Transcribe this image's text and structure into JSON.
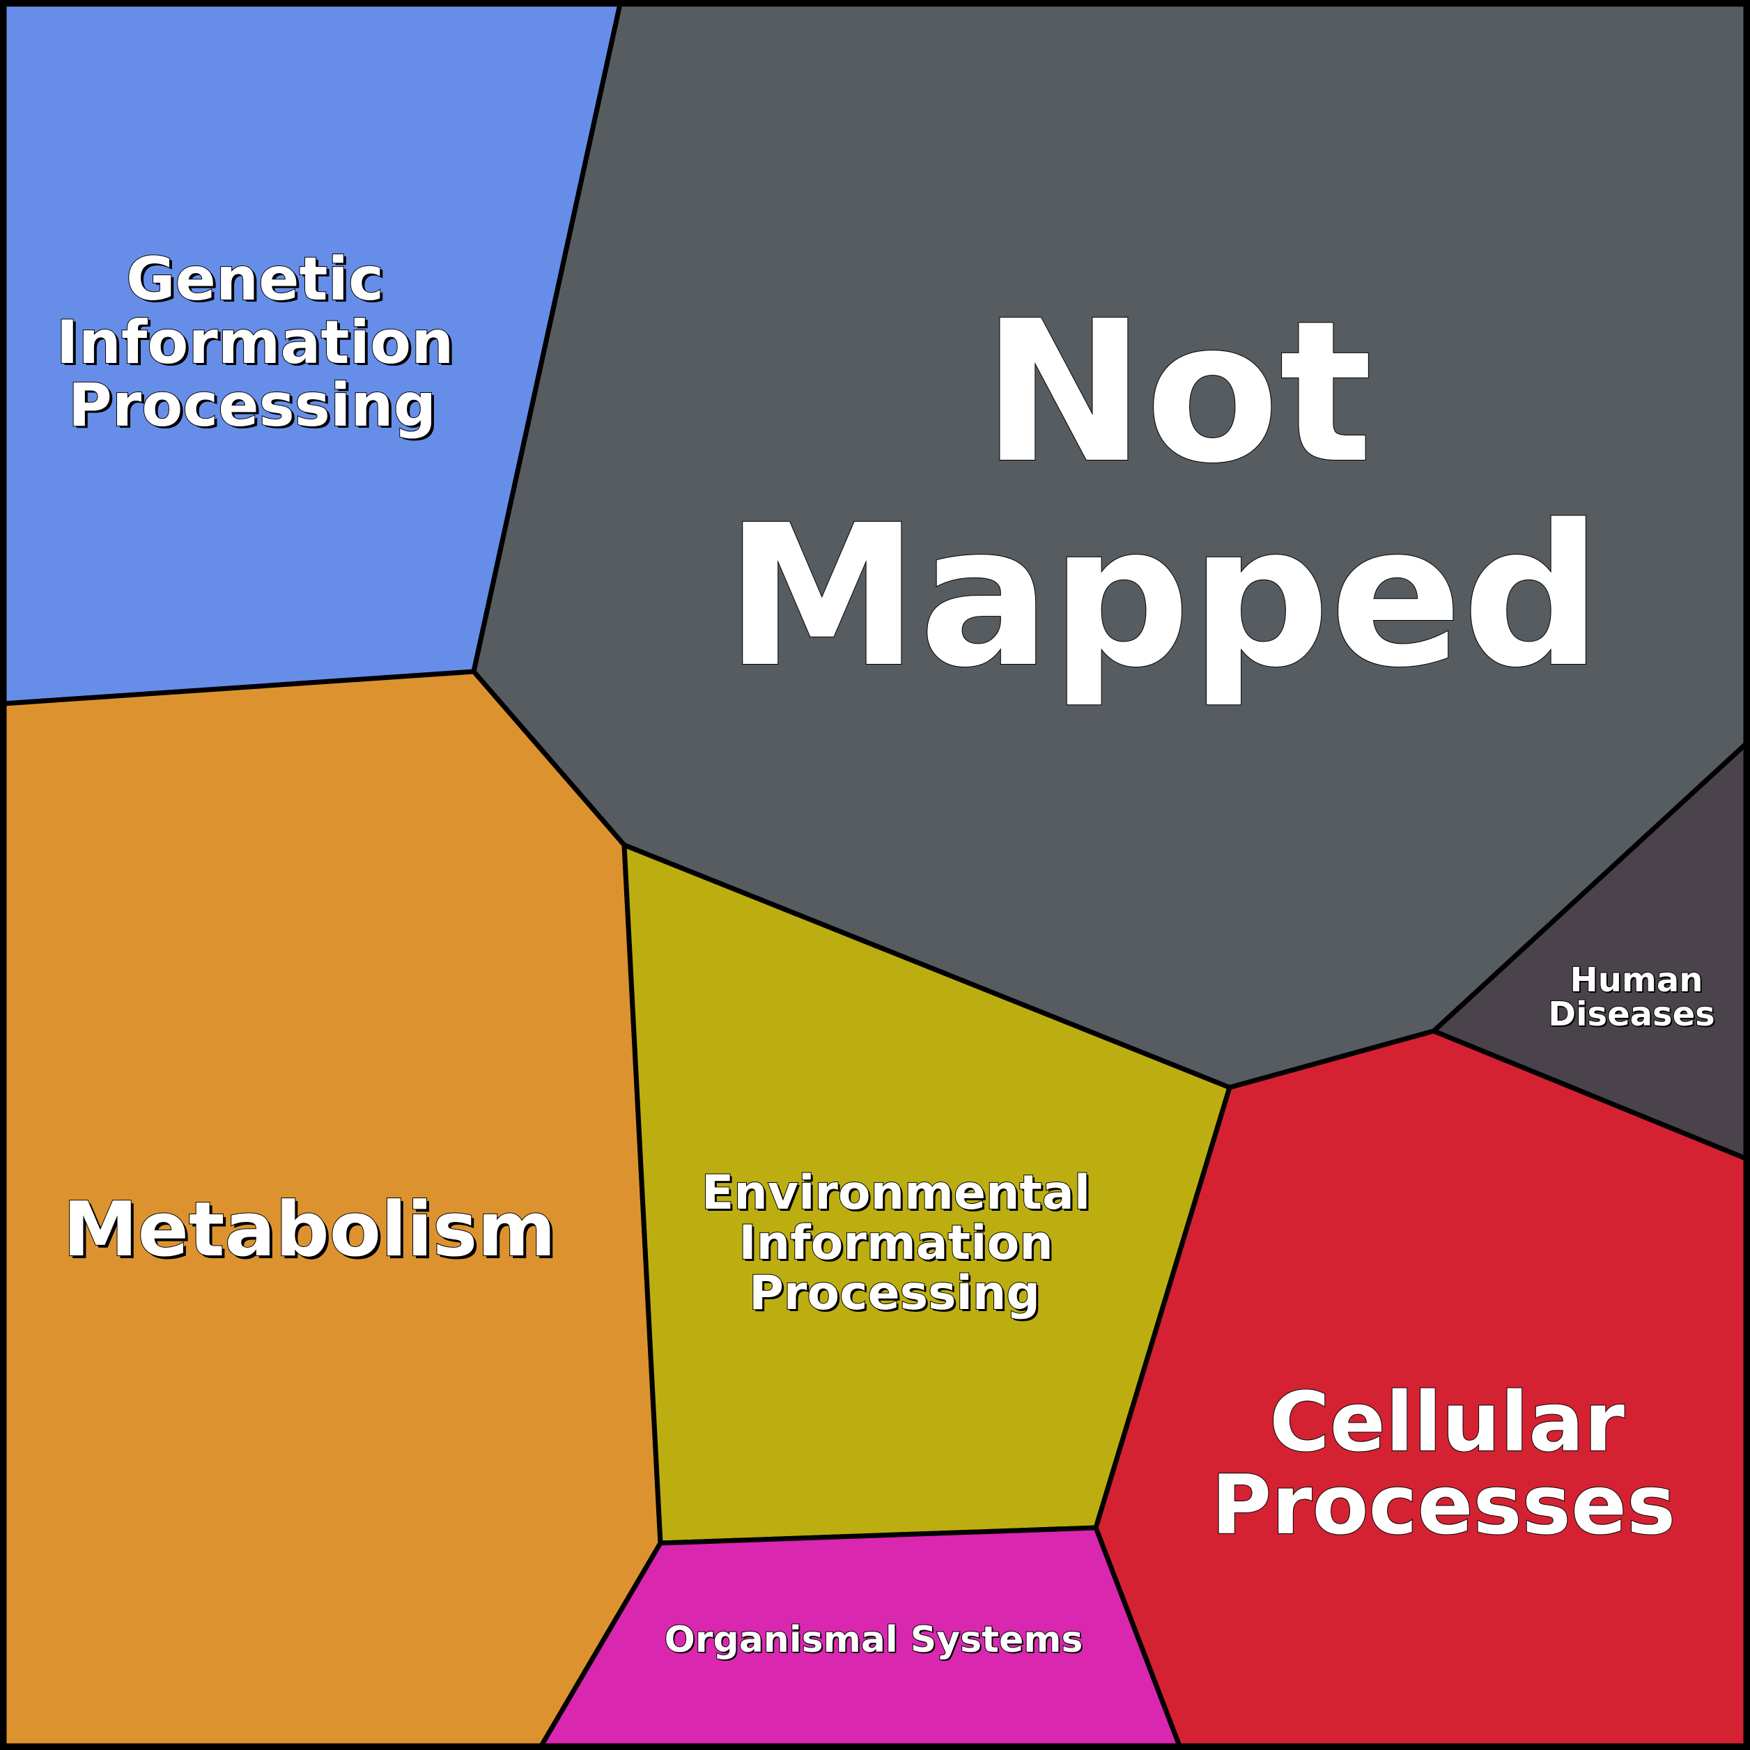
{
  "regions": {
    "genetic": {
      "lines": [
        "Genetic",
        "Information",
        "Processing"
      ],
      "color": "#668ee9"
    },
    "not_mapped": {
      "lines": [
        "Not",
        "Mapped"
      ],
      "color": "#575c61"
    },
    "metabolism": {
      "lines": [
        "Metabolism"
      ],
      "color": "#dc932f"
    },
    "environmental": {
      "lines": [
        "Environmental",
        "Information",
        "Processing"
      ],
      "color": "#bcae11"
    },
    "human_diseases": {
      "lines": [
        "Human",
        "Diseases"
      ],
      "color": "#4a434b"
    },
    "cellular": {
      "lines": [
        "Cellular",
        "Processes"
      ],
      "color": "#d42233"
    },
    "organismal": {
      "lines": [
        "Organismal Systems"
      ],
      "color": "#da27af"
    }
  }
}
